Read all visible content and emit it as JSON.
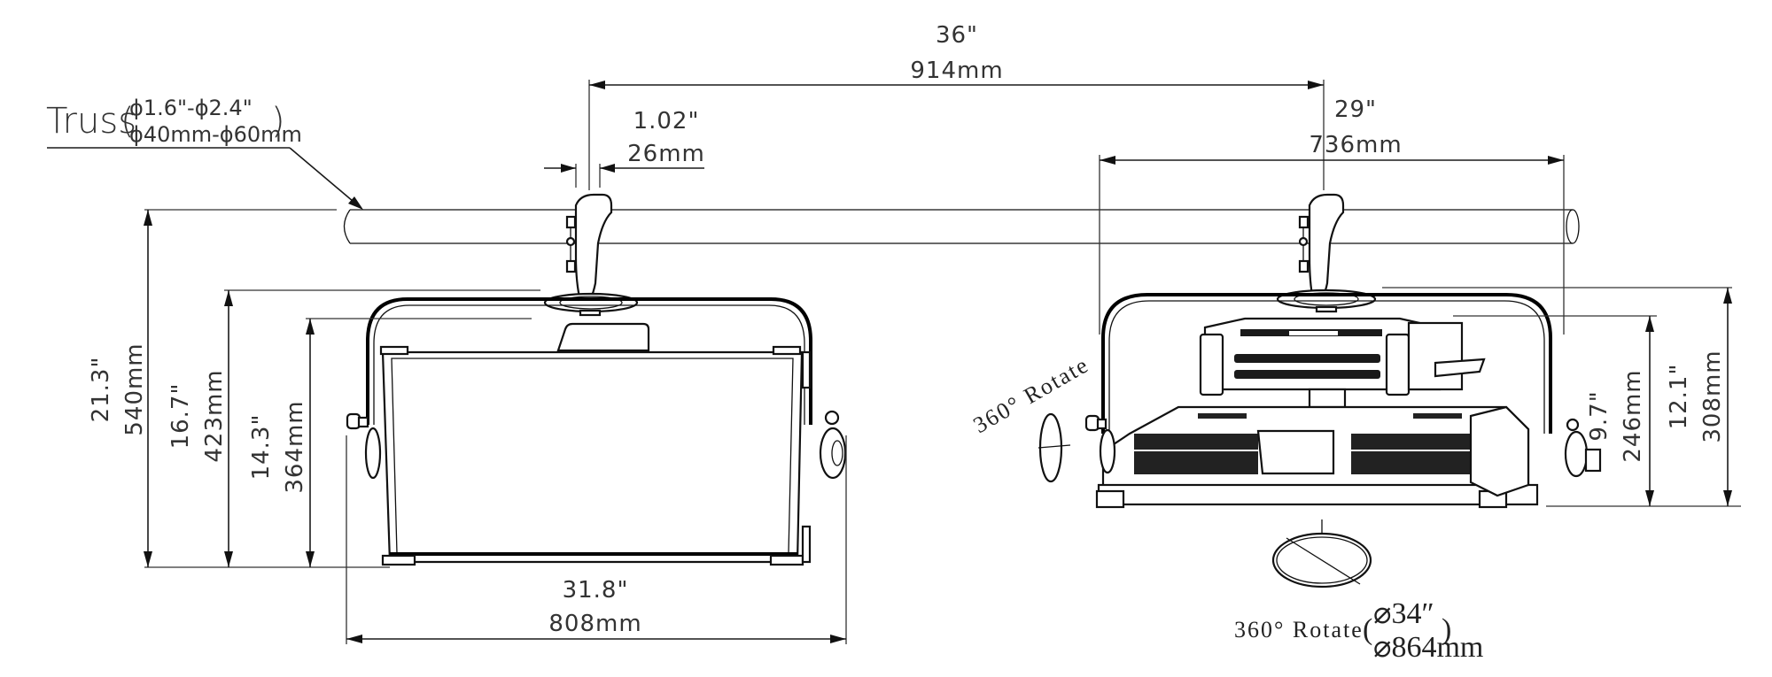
{
  "diagram": {
    "title": "LED panel fixture hanging from truss – dimension drawing",
    "colors": {
      "line": "#111111",
      "text": "#333333",
      "background": "#ffffff"
    },
    "truss": {
      "label": "Truss",
      "diameter_in": "ϕ1.6\"-ϕ2.4\"",
      "diameter_mm": "ϕ40mm-ϕ60mm",
      "paren_open": "(",
      "paren_close": ")"
    },
    "top_dimensions": {
      "clamp_spacing": {
        "inches": "36\"",
        "mm": "914mm"
      },
      "clamp_width": {
        "inches": "1.02\"",
        "mm": "26mm"
      },
      "side_depth": {
        "inches": "29\"",
        "mm": "736mm"
      }
    },
    "front_view": {
      "overall_height": {
        "inches": "21.3\"",
        "mm": "540mm"
      },
      "yoke_height": {
        "inches": "16.7\"",
        "mm": "423mm"
      },
      "panel_height": {
        "inches": "14.3\"",
        "mm": "364mm"
      },
      "overall_width": {
        "inches": "31.8\"",
        "mm": "808mm"
      }
    },
    "side_view": {
      "body_height": {
        "inches": "9.7\"",
        "mm": "246mm"
      },
      "yoke_height": {
        "inches": "12.1\"",
        "mm": "308mm"
      }
    },
    "annotations": {
      "tilt_rotate": "360° Rotate",
      "pan_rotate": "360° Rotate",
      "pan_diameter_in": "⌀34″",
      "pan_diameter_mm": "⌀864mm",
      "paren_open": "(",
      "paren_close": ")"
    }
  }
}
